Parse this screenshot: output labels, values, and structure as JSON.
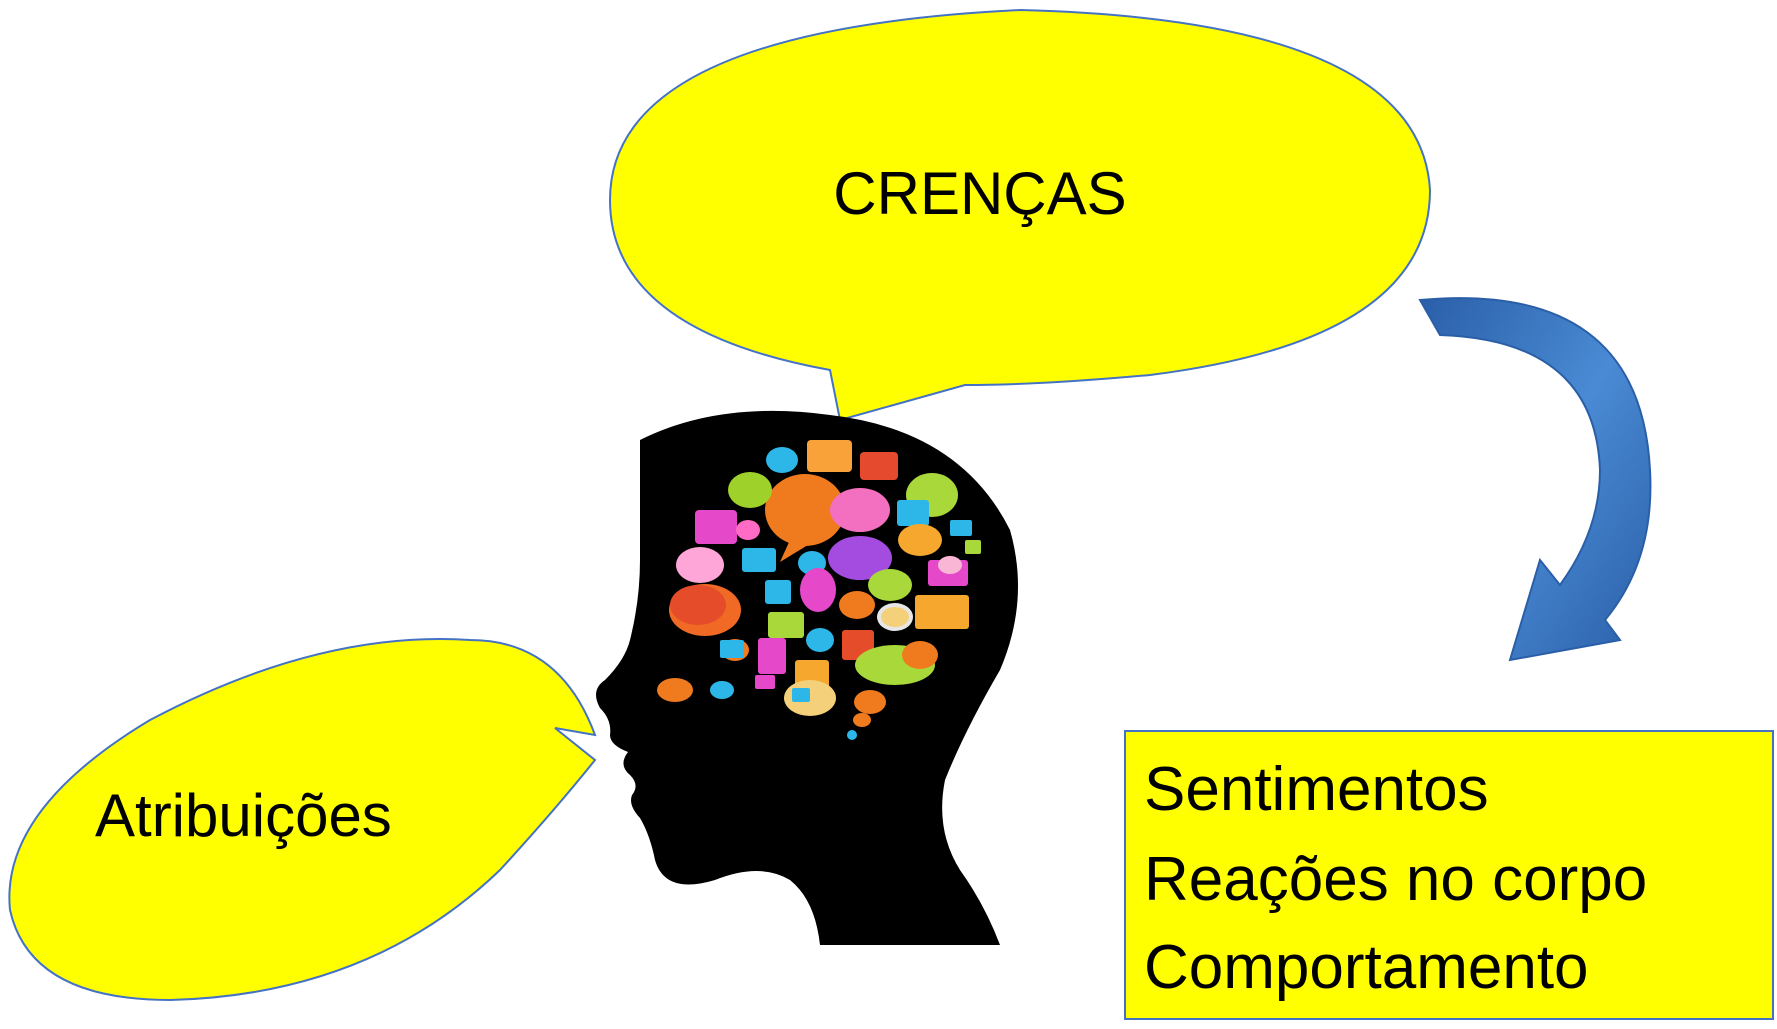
{
  "colors": {
    "bubble_fill": "#ffff00",
    "bubble_stroke": "#4472c4",
    "arrow_fill": "#3e7cc4",
    "head_fill": "#000000"
  },
  "bubbles": {
    "top_label": "CRENÇAS",
    "left_label": "Atribuições"
  },
  "effects_box": {
    "lines": [
      "Sentimentos",
      "Reações no corpo",
      "Comportamento"
    ]
  },
  "icons": {
    "head": "head-silhouette-icon",
    "arrow": "curved-arrow-icon"
  }
}
